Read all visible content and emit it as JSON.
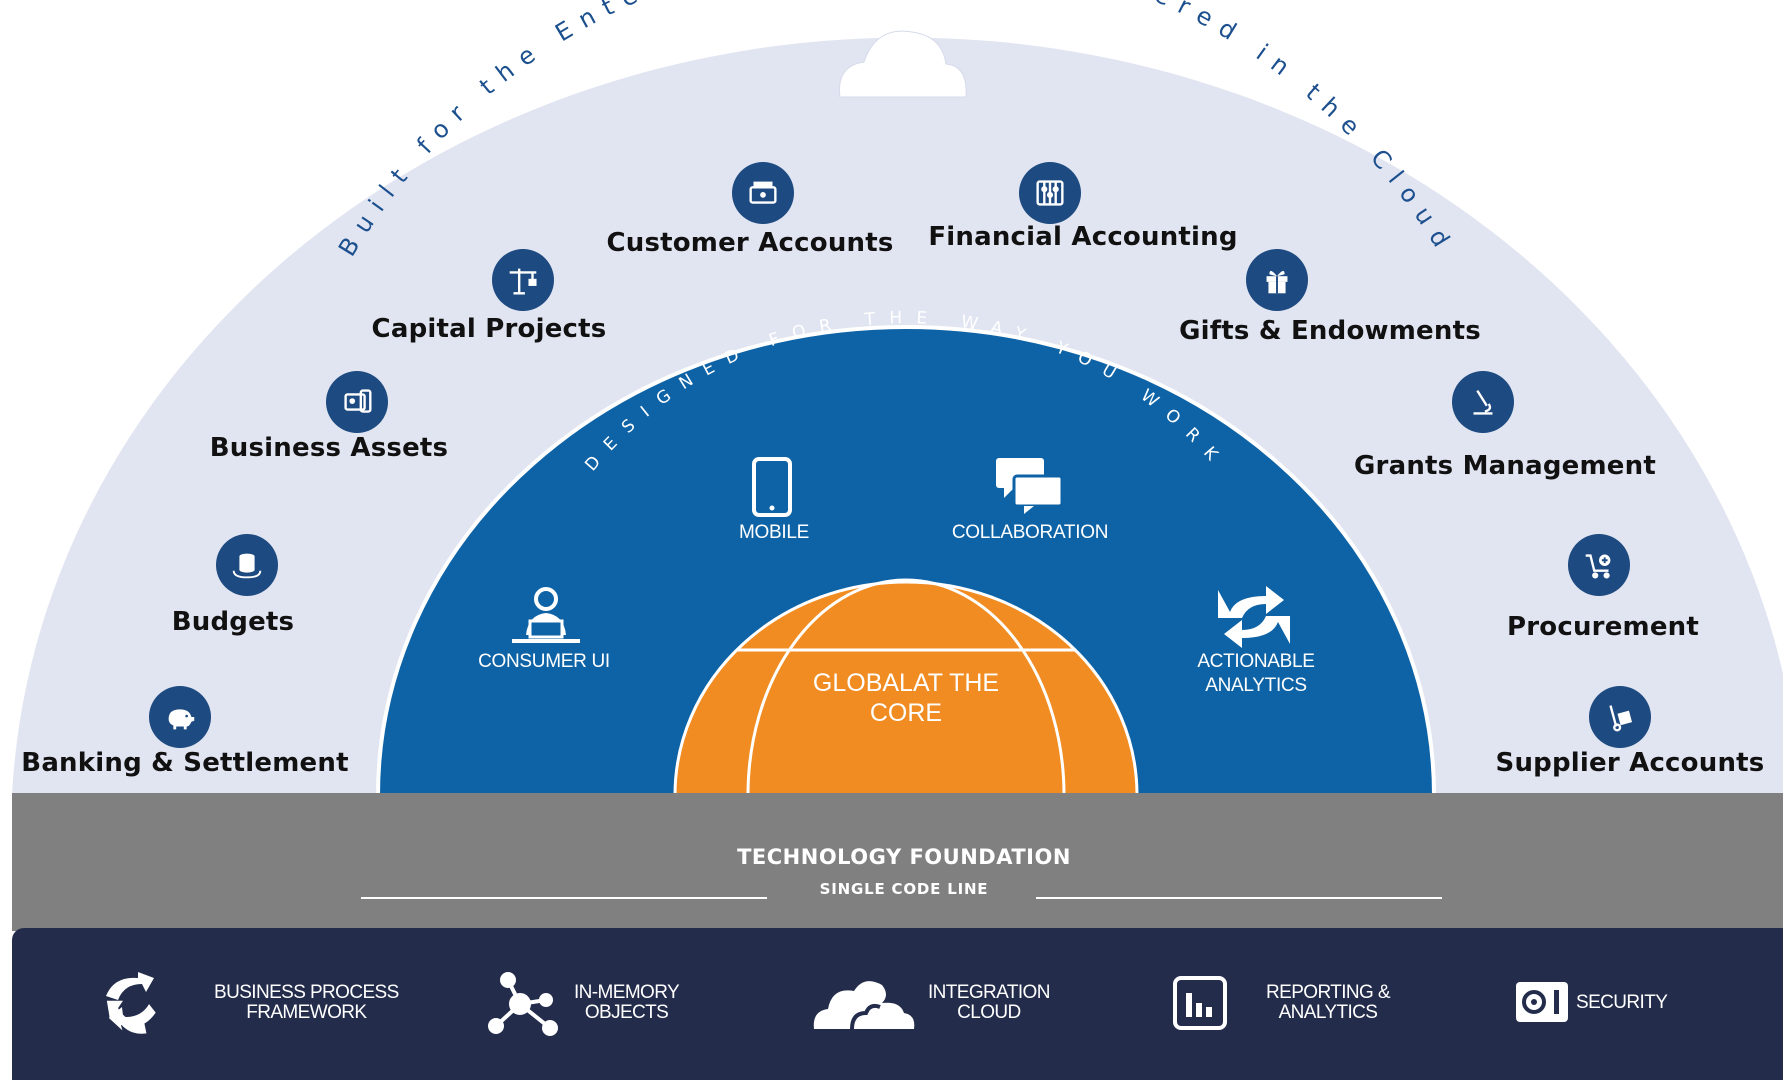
{
  "outer_arc": {
    "left_text": "Built for the Enterprise",
    "right_text": "Delivered in the Cloud"
  },
  "inner_arc": {
    "text": "DESIGNED FOR THE WAY YOU WORK"
  },
  "modules": [
    {
      "label": "Banking & Settlement",
      "icon": "piggy-bank-icon"
    },
    {
      "label": "Budgets",
      "icon": "coins-stack-icon"
    },
    {
      "label": "Business Assets",
      "icon": "id-card-tablet-icon"
    },
    {
      "label": "Capital Projects",
      "icon": "crane-icon"
    },
    {
      "label": "Customer Accounts",
      "icon": "cash-register-icon"
    },
    {
      "label": "Financial Accounting",
      "icon": "abacus-icon"
    },
    {
      "label": "Gifts & Endowments",
      "icon": "gift-icon"
    },
    {
      "label": "Grants Management",
      "icon": "microscope-icon"
    },
    {
      "label": "Procurement",
      "icon": "shopping-cart-add-icon"
    },
    {
      "label": "Supplier Accounts",
      "icon": "hand-truck-icon"
    }
  ],
  "features": [
    {
      "label": "CONSUMER UI",
      "icon": "user-laptop-icon"
    },
    {
      "label": "MOBILE",
      "icon": "mobile-phone-icon"
    },
    {
      "label": "COLLABORATION",
      "icon": "chat-bubbles-icon"
    },
    {
      "label": "ACTIONABLE\nANALYTICS",
      "icon": "refresh-arrows-icon"
    }
  ],
  "core": {
    "label": "GLOBALAT THE\nCORE"
  },
  "foundation": {
    "title": "TECHNOLOGY FOUNDATION",
    "subtitle": "SINGLE CODE LINE"
  },
  "tech": [
    {
      "label": "BUSINESS PROCESS\nFRAMEWORK",
      "icon": "cycle-arrows-icon"
    },
    {
      "label": "IN-MEMORY\nOBJECTS",
      "icon": "network-nodes-icon"
    },
    {
      "label": "INTEGRATION\nCLOUD",
      "icon": "cloud-icon"
    },
    {
      "label": "REPORTING &\nANALYTICS",
      "icon": "bar-chart-icon"
    },
    {
      "label": "SECURITY",
      "icon": "safe-icon"
    }
  ],
  "colors": {
    "outer_fill": "#e1e4f1",
    "inner_blue": "#0e63a6",
    "core_orange": "#f08c21",
    "icon_circle": "#1d4a80",
    "foundation_gray": "#808080",
    "tech_navy": "#232c4b",
    "arc_text": "#1b4f8d"
  }
}
